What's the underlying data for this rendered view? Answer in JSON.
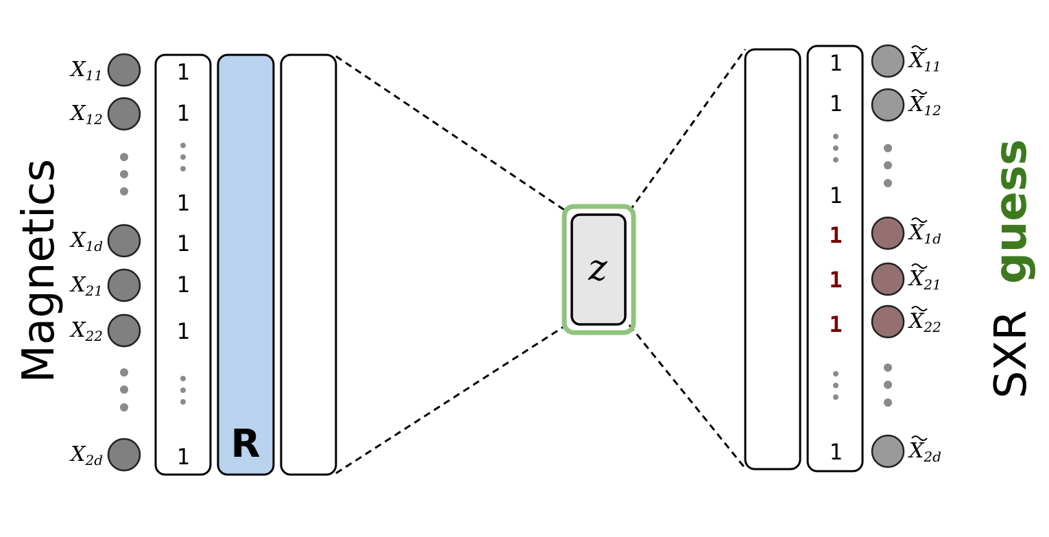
{
  "title_left": "Magnetics",
  "title_right": {
    "part1": "SXR",
    "part2": "guess"
  },
  "colors": {
    "node_gray": "#808080",
    "node_light": "#9a9a9a",
    "node_reddish": "#957070",
    "highlight_red": "#7a0000",
    "blue_fill": "#b9d3ee",
    "latent_fill": "#e6e6e6",
    "latent_border": "#90c47e",
    "sxr_green": "#3d7a1f",
    "dots": "#8a8a8a"
  },
  "inputs": [
    {
      "base": "X",
      "sub": "11"
    },
    {
      "base": "X",
      "sub": "12"
    },
    {
      "base": "X",
      "sub": "1d"
    },
    {
      "base": "X",
      "sub": "21"
    },
    {
      "base": "X",
      "sub": "22"
    },
    {
      "base": "X",
      "sub": "2d"
    }
  ],
  "input_column_values": [
    "1",
    "1",
    "1",
    "1",
    "1",
    "1",
    "1"
  ],
  "r_label": "R",
  "latent_label": "z",
  "outputs": [
    {
      "base": "X",
      "sub": "11"
    },
    {
      "base": "X",
      "sub": "12"
    },
    {
      "base": "X",
      "sub": "1d"
    },
    {
      "base": "X",
      "sub": "21"
    },
    {
      "base": "X",
      "sub": "22"
    },
    {
      "base": "X",
      "sub": "2d"
    }
  ],
  "output_column_values": [
    "1",
    "1",
    "1",
    "1",
    "1",
    "1",
    "1"
  ],
  "output_highlighted": [
    false,
    false,
    false,
    true,
    true,
    true,
    false
  ],
  "output_node_highlighted": [
    false,
    false,
    true,
    true,
    true,
    false
  ]
}
